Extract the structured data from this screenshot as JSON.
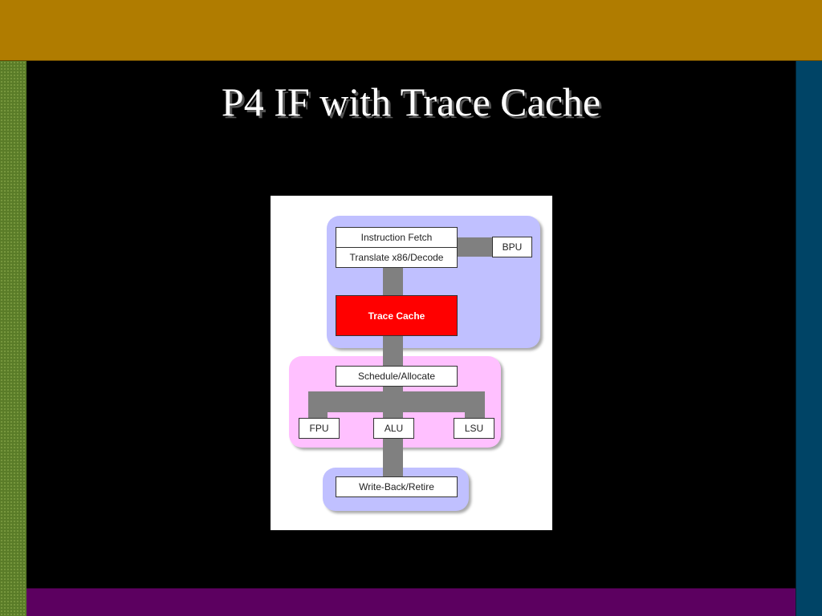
{
  "slide": {
    "title": "P4 IF with Trace Cache"
  },
  "diagram": {
    "instruction_fetch": "Instruction Fetch",
    "translate_decode": "Translate x86/Decode",
    "bpu": "BPU",
    "trace_cache": "Trace Cache",
    "schedule_allocate": "Schedule/Allocate",
    "fpu": "FPU",
    "alu": "ALU",
    "lsu": "LSU",
    "write_back_retire": "Write-Back/Retire"
  },
  "colors": {
    "front_end": "#c0c0ff",
    "execution": "#ffc0ff",
    "trace_cache": "#ff0000"
  }
}
